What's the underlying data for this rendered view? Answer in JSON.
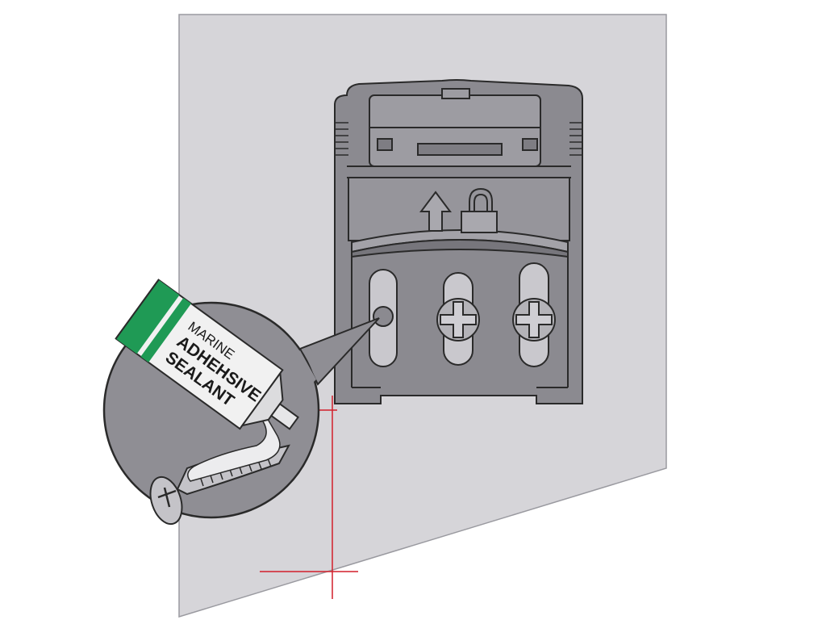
{
  "tube": {
    "line1": "MARINE",
    "line2": "ADHEHSIVE",
    "line3": "SEALANT"
  },
  "icons": {
    "arrow": "up-arrow-icon",
    "lock": "padlock-icon",
    "screw_head": "phillips-screw-icon"
  },
  "colors": {
    "wall": "#d6d5d9",
    "bracket": "#8b8a90",
    "bracket_dark": "#6e6d73",
    "outline": "#2a2a2a",
    "guide_line": "#d21f2a",
    "tube_green": "#1f9a55",
    "tube_body": "#f1f1f1",
    "magnifier_bg": "#8f8e94"
  }
}
